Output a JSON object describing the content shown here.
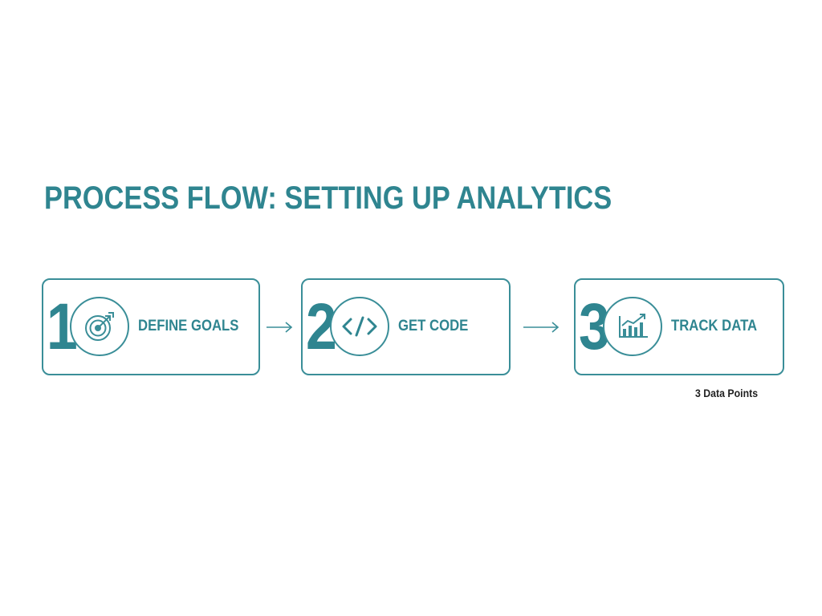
{
  "title": "PROCESS FLOW: SETTING UP ANALYTICS",
  "steps": [
    {
      "number": "1",
      "label": "DEFINE GOALS",
      "icon": "target-icon"
    },
    {
      "number": "2",
      "label": "GET CODE",
      "icon": "code-icon"
    },
    {
      "number": "3",
      "label": "TRACK DATA",
      "icon": "growth-chart-icon"
    }
  ],
  "footnote": "3 Data Points",
  "colors": {
    "accent": "#2f8590",
    "border": "#3a8e98",
    "footnote": "#222222",
    "background": "#ffffff"
  }
}
